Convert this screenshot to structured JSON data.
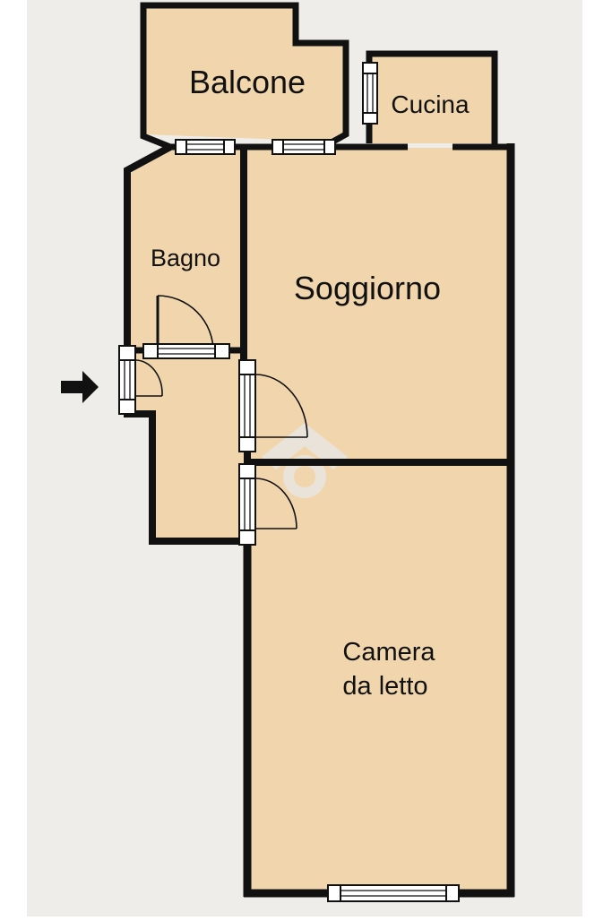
{
  "plan": {
    "rooms": {
      "balcone": "Balcone",
      "cucina": "Cucina",
      "bagno": "Bagno",
      "soggiorno": "Soggiorno",
      "camera_line1": "Camera",
      "camera_line2": "da letto"
    },
    "entrance_marker": "entrance-arrow-icon",
    "colors": {
      "background": "#efedea",
      "floor": "#f1d6ad",
      "wall": "#111111",
      "window": "#ffffff",
      "watermark": "#e6e3df"
    }
  }
}
